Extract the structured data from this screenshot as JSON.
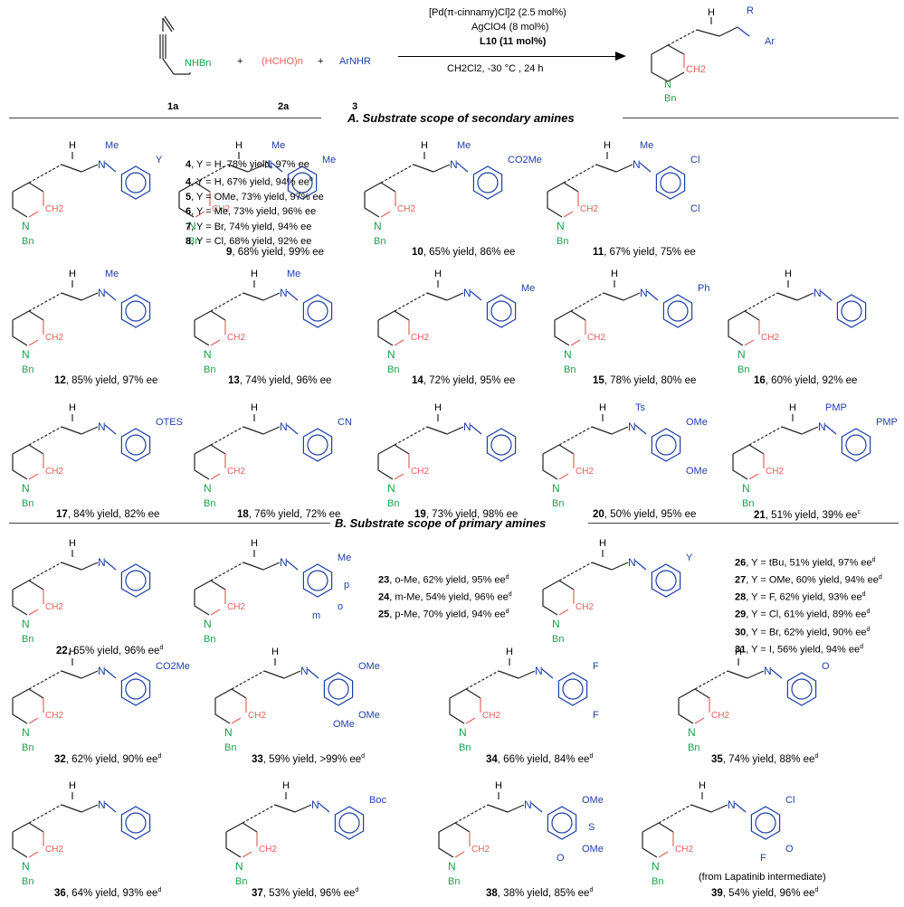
{
  "colors": {
    "bond": "#222222",
    "n_ring": "#16a34a",
    "ch2": "#e8605a",
    "aryl": "#1d3fa8"
  },
  "reaction": {
    "reagent_1a": "1a",
    "reagent_2a": "2a",
    "reagent_3": "3",
    "nhbn": "NHBn",
    "hcho": "(HCHO)n",
    "arnhr": "ArNHR",
    "cond1": "[Pd(π-cinnamy)Cl]2 (2.5 mol%)",
    "cond2": "AgClO4 (8 mol%)",
    "cond3": "L10 (11 mol%)",
    "cond4": "CH2Cl2, -30 °C , 24 h",
    "prod_r": "R",
    "prod_ar": "Ar",
    "plus": "+"
  },
  "labels": {
    "N": "N",
    "Bn": "Bn",
    "CH2": "CH2",
    "H": "H",
    "Me": "Me",
    "Y": "Y"
  },
  "sectionA": "A. Substrate scope of secondary amines",
  "sectionB": "B. Substrate scope of primary amines",
  "listA": [
    {
      "num": "4",
      "text": ", Y = H,  78% yield, 97% ee"
    },
    {
      "num": "4",
      "text": ", Y = H,  67% yield, 94% ee",
      "sup": "b"
    },
    {
      "num": "5",
      "text": ", Y = OMe, 73% yield, 97% ee"
    },
    {
      "num": "6",
      "text": ", Y = Me, 73% yield, 96% ee"
    },
    {
      "num": "7",
      "text": ", Y = Br,  74% yield, 94% ee"
    },
    {
      "num": "8",
      "text": ", Y = Cl,  68% yield, 92% ee"
    }
  ],
  "listB1": [
    {
      "num": "23",
      "text": ", o-Me, 62% yield, 95% ee",
      "sup": "d"
    },
    {
      "num": "24",
      "text": ", m-Me, 54% yield, 96% ee",
      "sup": "d"
    },
    {
      "num": "25",
      "text": ", p-Me, 70% yield, 94% ee",
      "sup": "d"
    }
  ],
  "listB2": [
    {
      "num": "26",
      "text": ", Y = tBu, 51% yield, 97% ee",
      "sup": "d"
    },
    {
      "num": "27",
      "text": ", Y = OMe, 60% yield, 94% ee",
      "sup": "d"
    },
    {
      "num": "28",
      "text": ", Y = F, 62% yield, 93% ee",
      "sup": "d"
    },
    {
      "num": "29",
      "text": ", Y = Cl, 61% yield, 89% ee",
      "sup": "d"
    },
    {
      "num": "30",
      "text": ", Y = Br, 62% yield, 90% ee",
      "sup": "d"
    },
    {
      "num": "31",
      "text": ", Y = I, 56% yield, 94% ee",
      "sup": "d"
    }
  ],
  "captions": {
    "c9": {
      "num": "9",
      "text": ", 68% yield, 99% ee"
    },
    "c10": {
      "num": "10",
      "text": ", 65% yield, 86% ee"
    },
    "c11": {
      "num": "11",
      "text": ", 67% yield, 75% ee"
    },
    "c12": {
      "num": "12",
      "text": ", 85% yield, 97% ee"
    },
    "c13": {
      "num": "13",
      "text": ", 74% yield, 96% ee"
    },
    "c14": {
      "num": "14",
      "text": ", 72% yield, 95% ee"
    },
    "c15": {
      "num": "15",
      "text": ", 78% yield, 80% ee"
    },
    "c16": {
      "num": "16",
      "text": ", 60% yield, 92% ee"
    },
    "c17": {
      "num": "17",
      "text": ", 84% yield, 82% ee"
    },
    "c18": {
      "num": "18",
      "text": ", 76% yield, 72% ee"
    },
    "c19": {
      "num": "19",
      "text": ", 73% yield, 98% ee"
    },
    "c20": {
      "num": "20",
      "text": ", 50% yield, 95% ee"
    },
    "c21": {
      "num": "21",
      "text": ", 51% yield, 39% ee",
      "sup": "c"
    },
    "c22": {
      "num": "22",
      "text": ", 65% yield, 96% ee",
      "sup": "d"
    },
    "c32": {
      "num": "32",
      "text": ", 62% yield, 90% ee",
      "sup": "d"
    },
    "c33": {
      "num": "33",
      "text": ", 59% yield, >99% ee",
      "sup": "d"
    },
    "c34": {
      "num": "34",
      "text": ", 66% yield, 84% ee",
      "sup": "d"
    },
    "c35": {
      "num": "35",
      "text": ", 74% yield, 88% ee",
      "sup": "d"
    },
    "c36": {
      "num": "36",
      "text": ", 64% yield, 93% ee",
      "sup": "d"
    },
    "c37": {
      "num": "37",
      "text": ", 53% yield, 96% ee",
      "sup": "d"
    },
    "c38": {
      "num": "38",
      "text": ", 38% yield, 85% ee",
      "sup": "d"
    },
    "c39": {
      "num": "39",
      "text": ", 54% yield, 96% ee",
      "sup": "d"
    }
  },
  "substituents": {
    "s9": [
      "Me"
    ],
    "s10": [
      "CO2Me"
    ],
    "s11": [
      "Cl",
      "Cl"
    ],
    "s14": [
      "Me"
    ],
    "s15": [
      "Ph"
    ],
    "s17": [
      "OTES"
    ],
    "s18": [
      "CN"
    ],
    "s20": [
      "Ts",
      "OMe",
      "OMe"
    ],
    "s21": [
      "PMP",
      "PMP"
    ],
    "s23": [
      "Me",
      "o",
      "m",
      "p"
    ],
    "s32": [
      "CO2Me"
    ],
    "s33": [
      "OMe",
      "OMe",
      "OMe"
    ],
    "s34": [
      "F",
      "F"
    ],
    "s35": [
      "O"
    ],
    "s37": [
      "Boc"
    ],
    "s38": [
      "OMe",
      "OMe",
      "O",
      "S"
    ],
    "s39": [
      "Cl",
      "O",
      "F"
    ],
    "lapatinib": "(from Lapatinib intermediate)"
  }
}
